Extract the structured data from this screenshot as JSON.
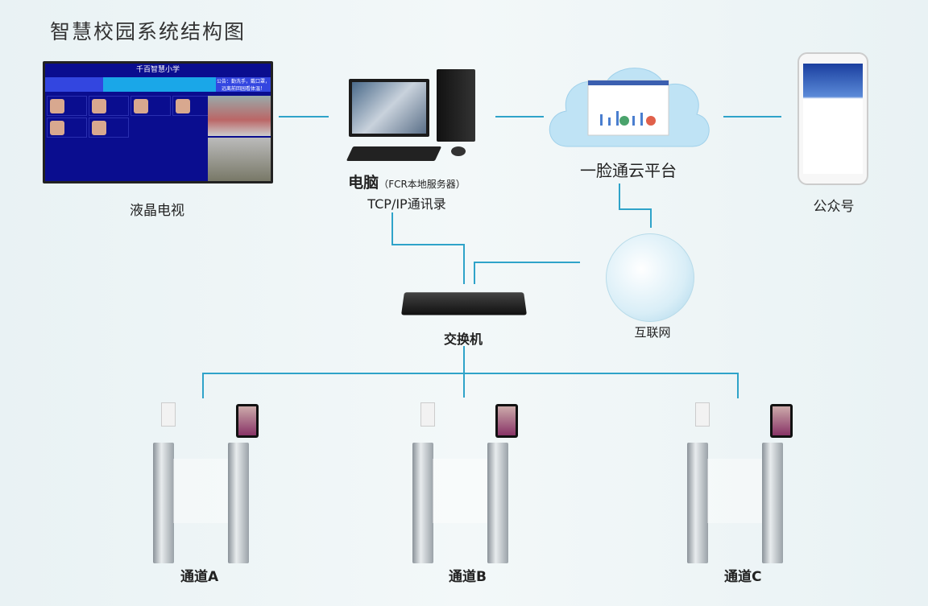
{
  "title": "智慧校园系统结构图",
  "tv": {
    "label": "液晶电视",
    "screen_title": "千百智慧小学",
    "notice": "公告：勤洗手，戴口罩，远离前回园看体温！"
  },
  "computer": {
    "label": "电脑",
    "label_sub": "（FCR本地服务器）",
    "protocol": "TCP/IP通讯录"
  },
  "cloud": {
    "label": "一脸通云平台"
  },
  "phone": {
    "label": "公众号"
  },
  "internet": {
    "label": "互联网"
  },
  "switch": {
    "label": "交换机"
  },
  "channels": [
    {
      "label": "通道A"
    },
    {
      "label": "通道B"
    },
    {
      "label": "通道C"
    }
  ],
  "colors": {
    "line": "#2fa3c9",
    "tv_screen": "#0a0d8f"
  }
}
